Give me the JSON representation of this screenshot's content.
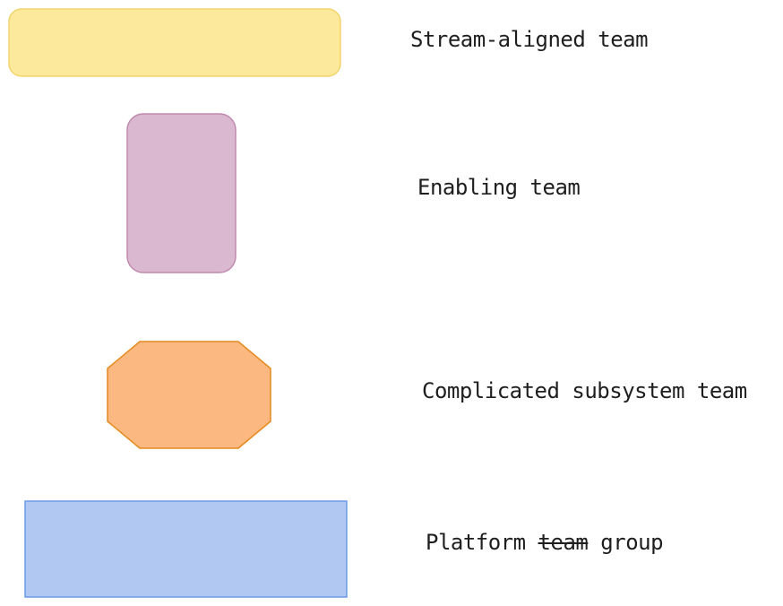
{
  "legend": {
    "items": [
      {
        "shape": "wide-rounded-rectangle",
        "fill": "#fce99b",
        "stroke": "#f2d46b",
        "label": "Stream-aligned team"
      },
      {
        "shape": "tall-rounded-rectangle",
        "fill": "#dab9d0",
        "stroke": "#c08aae",
        "label": "Enabling team"
      },
      {
        "shape": "octagon",
        "fill": "#fbb880",
        "stroke": "#e58a1f",
        "label": "Complicated subsystem team"
      },
      {
        "shape": "wide-rectangle",
        "fill": "#b1c9f2",
        "stroke": "#6b9be8",
        "label_before": "Platform",
        "label_struck": "team",
        "label_after": "group"
      }
    ]
  }
}
